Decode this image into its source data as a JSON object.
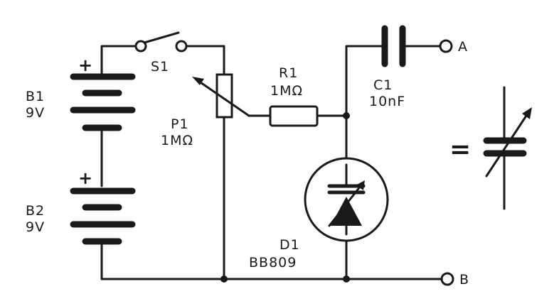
{
  "components": {
    "battery1": {
      "ref": "B1",
      "value": "9V",
      "polarity": "+"
    },
    "battery2": {
      "ref": "B2",
      "value": "9V",
      "polarity": "+"
    },
    "switch": {
      "ref": "S1"
    },
    "potentiometer": {
      "ref": "P1",
      "value": "1MΩ"
    },
    "resistor": {
      "ref": "R1",
      "value": "1MΩ"
    },
    "capacitor": {
      "ref": "C1",
      "value": "10nF"
    },
    "diode": {
      "ref": "D1",
      "value": "BB809"
    }
  },
  "terminals": {
    "a": "A",
    "b": "B"
  },
  "equivalence": {
    "sign": "="
  }
}
